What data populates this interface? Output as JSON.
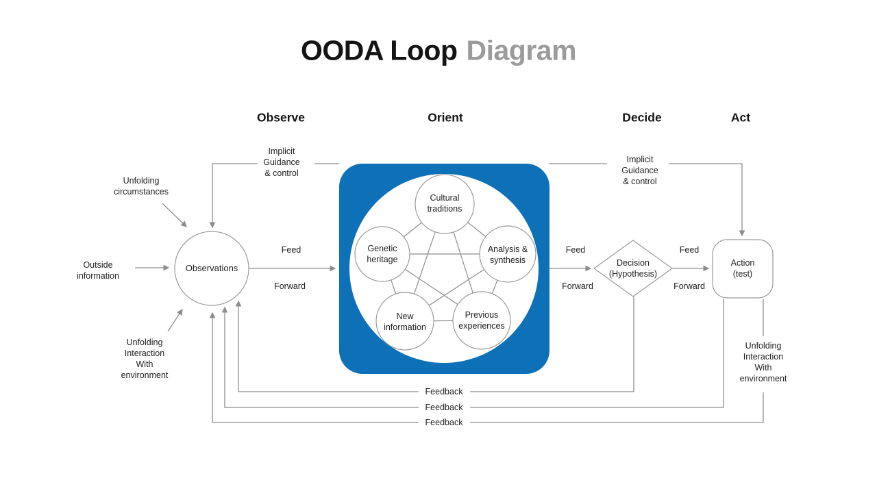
{
  "title": {
    "primary": "OODA Loop",
    "secondary": "Diagram"
  },
  "phase_headers": [
    "Observe",
    "Orient",
    "Decide",
    "Act"
  ],
  "colors": {
    "accent_blue": "#0E71B8",
    "line_gray": "#8C8C8C",
    "node_stroke": "#9A9A9A",
    "text": "#212121",
    "title_secondary": "#9B9B9B"
  },
  "external": {
    "unfolding_circumstances": [
      "Unfolding",
      "circumstances"
    ],
    "outside_information": [
      "Outside",
      "information"
    ],
    "unfolding_interaction": [
      "Unfolding",
      "Interaction",
      "With",
      "environment"
    ]
  },
  "nodes": {
    "observations": "Observations",
    "orient_factors": {
      "cultural": [
        "Cultural",
        "traditions"
      ],
      "genetic": [
        "Genetic",
        "heritage"
      ],
      "analysis": [
        "Analysis &",
        "synthesis"
      ],
      "new_information": [
        "New",
        "information"
      ],
      "previous_experiences": [
        "Previous",
        "experiences"
      ]
    },
    "decision": [
      "Decision",
      "(Hypothesis)"
    ],
    "action": [
      "Action",
      "(test)"
    ]
  },
  "flow_labels": {
    "feed": "Feed",
    "forward": "Forward",
    "feedback": "Feedback",
    "implicit_guidance": [
      "Implicit",
      "Guidance",
      "& control"
    ]
  }
}
